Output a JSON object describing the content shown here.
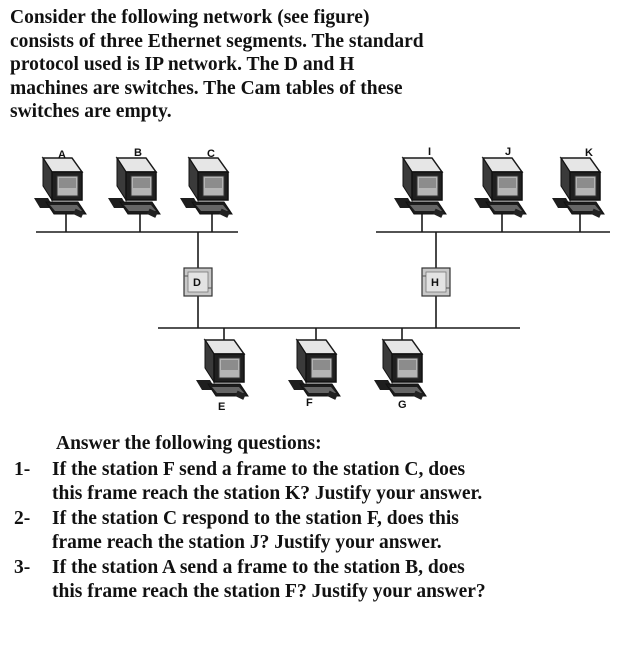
{
  "intro": {
    "lines": [
      "Consider the following network (see figure)",
      "consists of three Ethernet segments. The standard",
      "protocol used is IP network. The D and H",
      "machines are switches. The Cam tables of these",
      "switches are empty."
    ]
  },
  "diagram": {
    "stations": [
      {
        "id": "A",
        "label": "A",
        "segment": "left"
      },
      {
        "id": "B",
        "label": "B",
        "segment": "left"
      },
      {
        "id": "C",
        "label": "C",
        "segment": "left"
      },
      {
        "id": "I",
        "label": "I",
        "segment": "right"
      },
      {
        "id": "J",
        "label": "J",
        "segment": "right"
      },
      {
        "id": "K",
        "label": "K",
        "segment": "right"
      },
      {
        "id": "E",
        "label": "E",
        "segment": "bottom"
      },
      {
        "id": "F",
        "label": "F",
        "segment": "bottom"
      },
      {
        "id": "G",
        "label": "G",
        "segment": "bottom"
      }
    ],
    "switches": [
      {
        "id": "D",
        "label": "D"
      },
      {
        "id": "H",
        "label": "H"
      }
    ]
  },
  "questions": {
    "heading": "Answer the following questions:",
    "items": [
      {
        "num": "1-",
        "lines": [
          "If the station F send a frame to the station C, does",
          "this frame reach the station K? Justify your answer."
        ]
      },
      {
        "num": "2-",
        "lines": [
          "If the station C respond to the station F, does this",
          "frame reach the station J? Justify your answer."
        ]
      },
      {
        "num": "3-",
        "lines": [
          "If the station A send a frame to the station B, does",
          "this frame reach the station F? Justify your answer?"
        ]
      }
    ]
  }
}
